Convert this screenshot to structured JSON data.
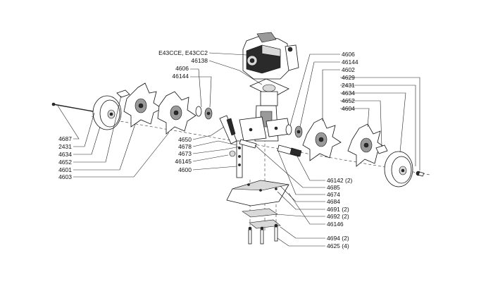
{
  "colors": {
    "line": "#222222",
    "part_fill": "#ffffff",
    "shade_dark": "#2a2a2a",
    "shade_mid": "#9a9a9a",
    "shade_light": "#d9d9d9"
  },
  "labels": {
    "engine": "E43CCE, E43CC2",
    "l46138": "46138",
    "l4606_left": "4606",
    "l46144_left": "46144",
    "l4650": "4650",
    "l4678": "4678",
    "l4673": "4673",
    "l46145": "46145",
    "l4600": "4600",
    "l4687": "4687",
    "l2431_left": "2431",
    "l4634_left": "4634",
    "l4652_left": "4652",
    "l4601": "4601",
    "l4603": "4603",
    "l4606_right": "4606",
    "l46144_right": "46144",
    "l4602": "4602",
    "l4629": "4629",
    "l2431_right": "2431",
    "l4634_right": "4634",
    "l4652_right": "4652",
    "l4604": "4604",
    "l46142": "46142 (2)",
    "l4685": "4685",
    "l4674": "4674",
    "l4684": "4684",
    "l4691": "4691 (2)",
    "l4692": "4692 (2)",
    "l46146": "46146",
    "l4694": "4694 (2)",
    "l4625": "4625 (4)"
  }
}
